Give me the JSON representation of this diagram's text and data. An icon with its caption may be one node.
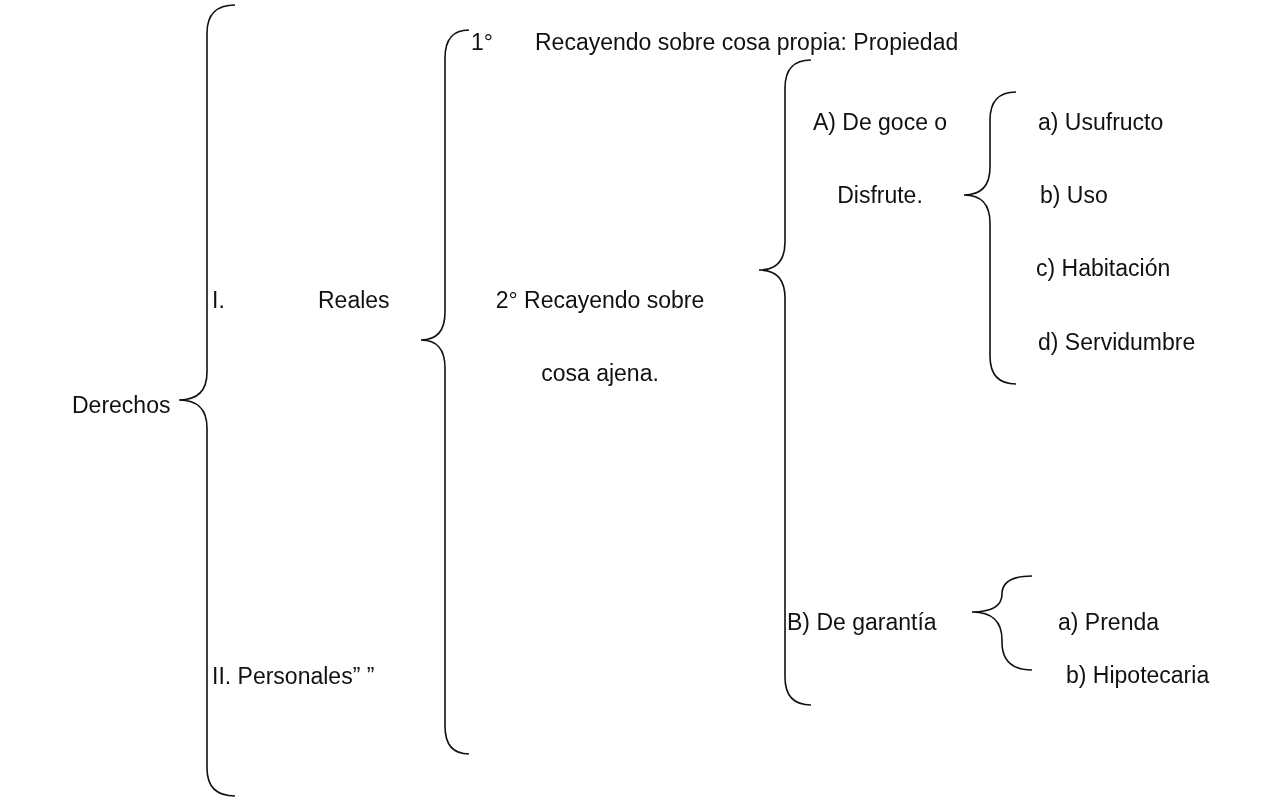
{
  "diagram": {
    "labels": [
      "1°",
      "Recayendo sobre cosa propia: Propiedad",
      "A) De goce o Disfrute.",
      "a) Usufructo",
      "b) Uso",
      "I.",
      "Reales",
      "2° Recayendo sobre cosa ajena.",
      "c) Habitación",
      "Derechos",
      "d) Servidumbre",
      "B) De garantía",
      "a) Prenda",
      "b) Hipotecaria",
      "II. Personales” ”"
    ]
  }
}
